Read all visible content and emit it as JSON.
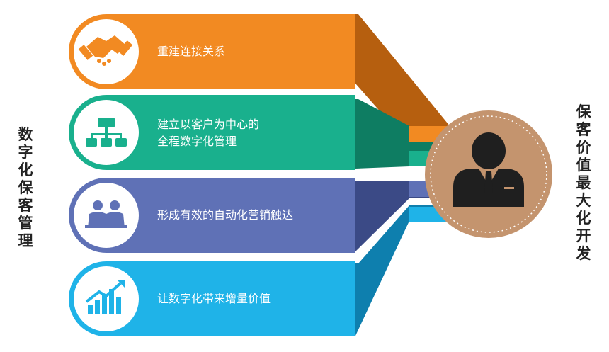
{
  "left_label": "数字化保客管理",
  "right_label": "保客价值最大化开发",
  "bars": [
    {
      "lines": [
        "重建连接关系"
      ],
      "icon": "handshake-icon",
      "color": "#f28a22",
      "dark": "#b65f0f"
    },
    {
      "lines": [
        "建立以客户为中心的",
        "全程数字化管理"
      ],
      "icon": "org-chart-icon",
      "color": "#19b08d",
      "dark": "#0e7d62"
    },
    {
      "lines": [
        "形成有效的自动化营销触达"
      ],
      "icon": "team-icon",
      "color": "#5f71b6",
      "dark": "#3b4a86"
    },
    {
      "lines": [
        "让数字化带来增量价值"
      ],
      "icon": "growth-chart-icon",
      "color": "#1fb3e8",
      "dark": "#0e7fae"
    }
  ],
  "hub": {
    "icon": "businessman-icon",
    "color": "#c4946e"
  }
}
